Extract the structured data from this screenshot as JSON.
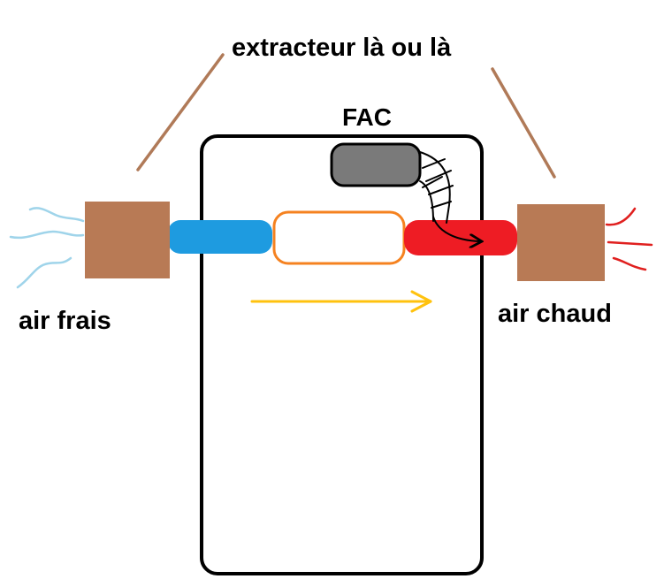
{
  "labels": {
    "top": "extracteur là ou là",
    "fac": "FAC",
    "left": "air frais",
    "right": "air chaud"
  },
  "colors": {
    "background": "#ffffff",
    "casing_stroke": "#000000",
    "extractor_fill": "#b87a55",
    "pointer_line": "#b07a58",
    "cold_duct": "#1e9be0",
    "hot_duct": "#ee1c24",
    "heater_stroke": "#f58220",
    "flow_arrow": "#ffc20e",
    "fac_fill": "#7a7a7a",
    "cold_air_lines": "#9fd4ea",
    "hot_air_lines": "#e0201f"
  }
}
